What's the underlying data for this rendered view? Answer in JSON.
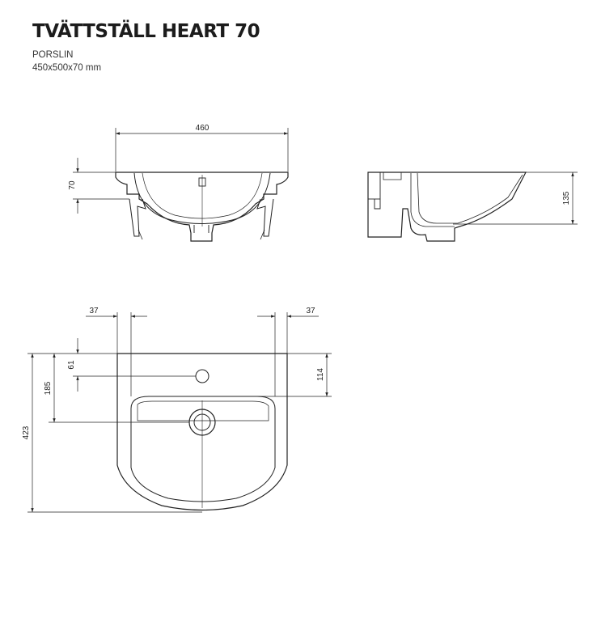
{
  "header": {
    "title": "TVÄTTSTÄLL HEART 70",
    "material": "PORSLIN",
    "size": "450x500x70 mm"
  },
  "front_view": {
    "width_label": "460",
    "height_label": "70"
  },
  "side_view": {
    "height_label": "135"
  },
  "top_view": {
    "left_offset_label": "37",
    "right_offset_label": "37",
    "hole_offset_label": "61",
    "drain_offset_label": "185",
    "depth_label": "423",
    "bowl_offset_label": "114"
  },
  "colors": {
    "line": "#222222",
    "thin": "#333333"
  }
}
